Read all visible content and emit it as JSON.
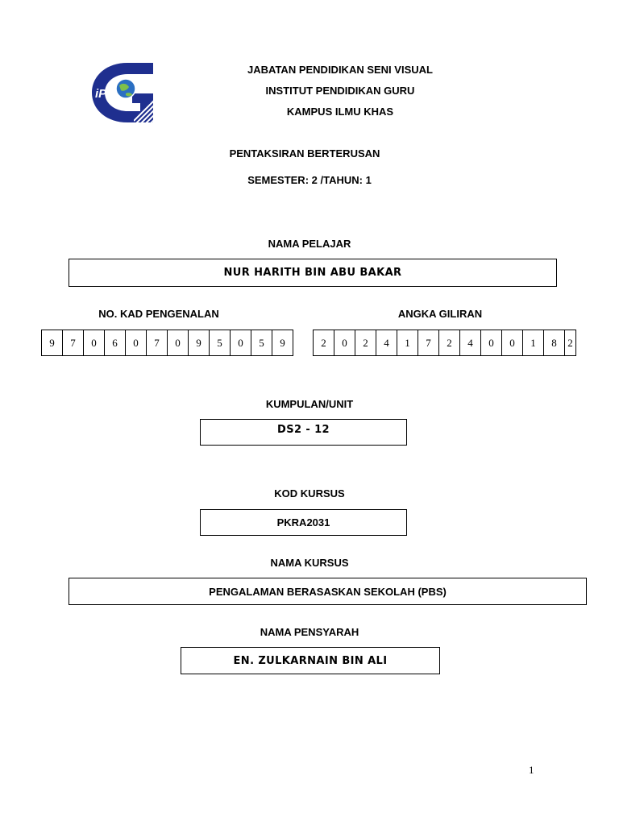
{
  "logo": {
    "text": "iPG",
    "colors": {
      "primary": "#1f2f8f",
      "globe": "#2b6fc2"
    }
  },
  "header": {
    "line1": "JABATAN PENDIDIKAN SENI VISUAL",
    "line2": "INSTITUT PENDIDIKAN GURU",
    "line3": "KAMPUS ILMU KHAS"
  },
  "assessment": {
    "title": "PENTAKSIRAN BERTERUSAN",
    "semester": "SEMESTER: 2 /TAHUN: 1"
  },
  "student": {
    "name_label": "NAMA PELAJAR",
    "name": "NUR HARITH BIN ABU BAKAR",
    "ic_label": "NO. KAD PENGENALAN",
    "ic_digits": [
      "9",
      "7",
      "0",
      "6",
      "0",
      "7",
      "0",
      "9",
      "5",
      "0",
      "5",
      "9"
    ],
    "index_label": "ANGKA GILIRAN",
    "index_digits": [
      "2",
      "0",
      "2",
      "4",
      "1",
      "7",
      "2",
      "4",
      "0",
      "0",
      "1",
      "8",
      "2"
    ]
  },
  "group": {
    "label": "KUMPULAN/UNIT",
    "value": "DS2 - 12"
  },
  "course_code": {
    "label": "KOD KURSUS",
    "value": "PKRA2031"
  },
  "course_name": {
    "label": "NAMA KURSUS",
    "value": "PENGALAMAN BERASASKAN SEKOLAH (PBS)"
  },
  "lecturer": {
    "label": "NAMA PENSYARAH",
    "value": "EN. ZULKARNAIN BIN ALI"
  },
  "page_number": "1"
}
